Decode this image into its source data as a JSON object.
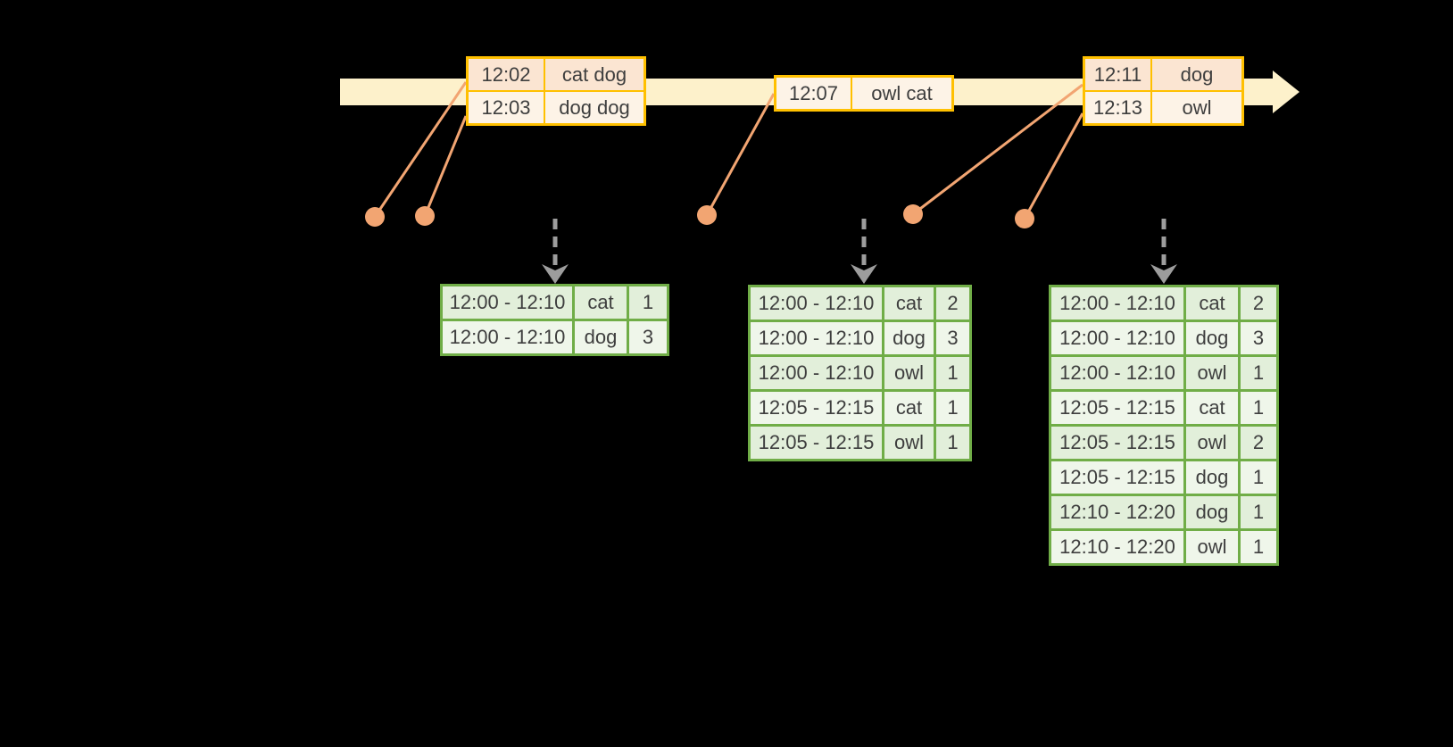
{
  "colors": {
    "background": "#000000",
    "timeline_band": "#fdf1cb",
    "event_table_border": "#ffc000",
    "event_row_dark": "#fbe5d2",
    "event_row_light": "#fdf3e7",
    "result_table_border": "#70ad47",
    "result_row_dark": "#e2efda",
    "result_row_light": "#eff6ea",
    "dot_and_line": "#f2a572",
    "trigger_arrow": "#9d9d9d",
    "text": "#3e3e3e"
  },
  "event_tables": [
    {
      "rows": [
        [
          "12:02",
          "cat dog"
        ],
        [
          "12:03",
          "dog dog"
        ]
      ]
    },
    {
      "rows": [
        [
          "12:07",
          "owl cat"
        ]
      ]
    },
    {
      "rows": [
        [
          "12:11",
          "dog"
        ],
        [
          "12:13",
          "owl"
        ]
      ]
    }
  ],
  "result_tables": [
    {
      "rows": [
        [
          "12:00 - 12:10",
          "cat",
          "1"
        ],
        [
          "12:00 - 12:10",
          "dog",
          "3"
        ]
      ]
    },
    {
      "rows": [
        [
          "12:00 - 12:10",
          "cat",
          "2"
        ],
        [
          "12:00 - 12:10",
          "dog",
          "3"
        ],
        [
          "12:00 - 12:10",
          "owl",
          "1"
        ],
        [
          "12:05 - 12:15",
          "cat",
          "1"
        ],
        [
          "12:05 - 12:15",
          "owl",
          "1"
        ]
      ]
    },
    {
      "rows": [
        [
          "12:00 - 12:10",
          "cat",
          "2"
        ],
        [
          "12:00 - 12:10",
          "dog",
          "3"
        ],
        [
          "12:00 - 12:10",
          "owl",
          "1"
        ],
        [
          "12:05 - 12:15",
          "cat",
          "1"
        ],
        [
          "12:05 - 12:15",
          "owl",
          "2"
        ],
        [
          "12:05 - 12:15",
          "dog",
          "1"
        ],
        [
          "12:10 - 12:20",
          "dog",
          "1"
        ],
        [
          "12:10 - 12:20",
          "owl",
          "1"
        ]
      ]
    }
  ]
}
